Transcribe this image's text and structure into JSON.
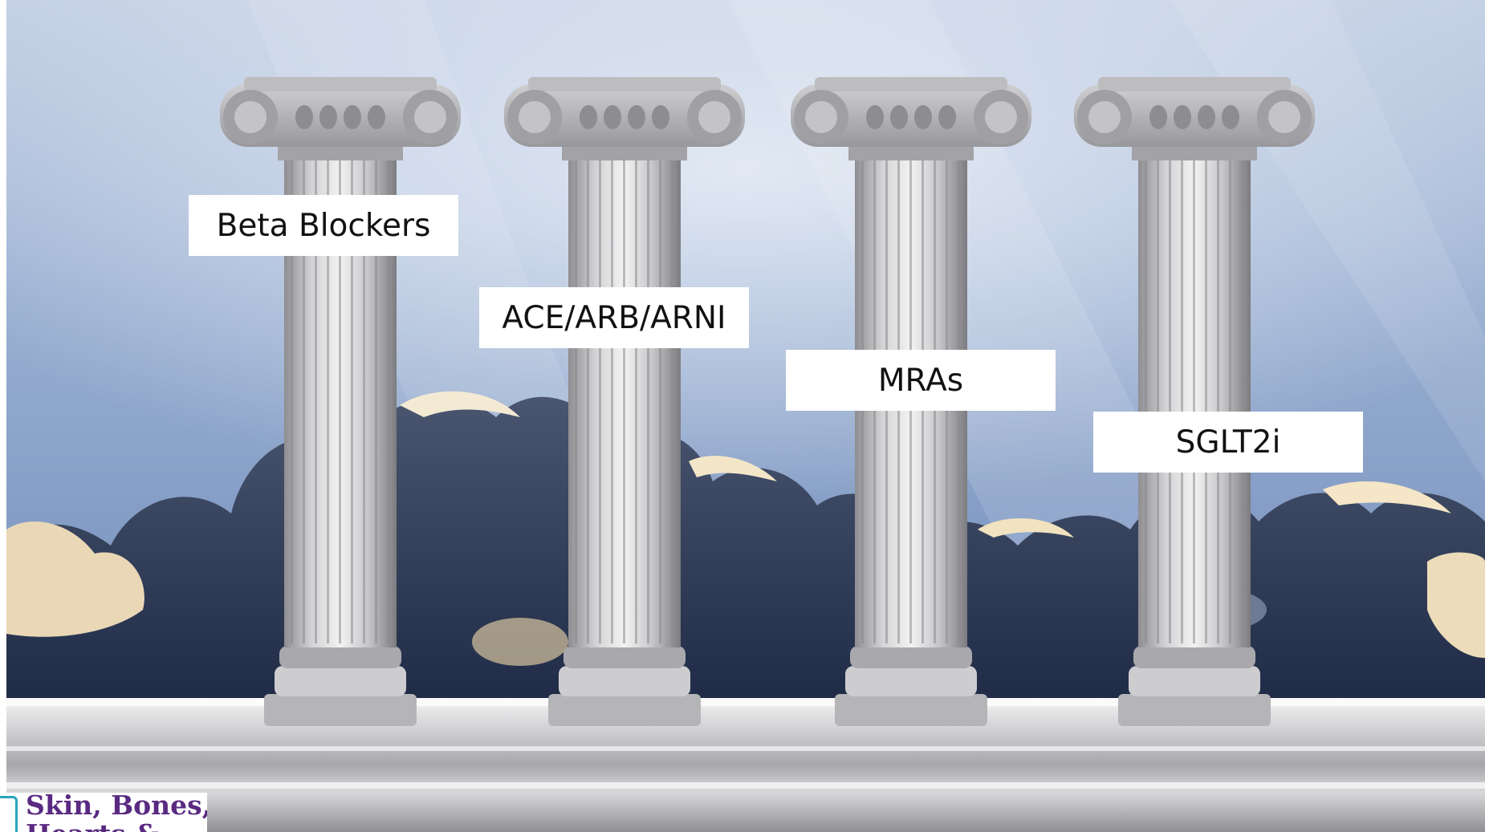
{
  "pillars": [
    {
      "label": "Beta Blockers"
    },
    {
      "label": "ACE/ARB/ARNI"
    },
    {
      "label": "MRAs"
    },
    {
      "label": "SGLT2i"
    }
  ],
  "logo": {
    "line1": "Skin, Bones,",
    "line2": "Hearts &"
  },
  "colors": {
    "sky": "#8fa7cc",
    "cloud_dark": "#2c3c5e",
    "cloud_light": "#f0e2c2",
    "column": "#c9c9cb",
    "logo_purple": "#5a2a82",
    "logo_teal": "#2aa6b8"
  }
}
